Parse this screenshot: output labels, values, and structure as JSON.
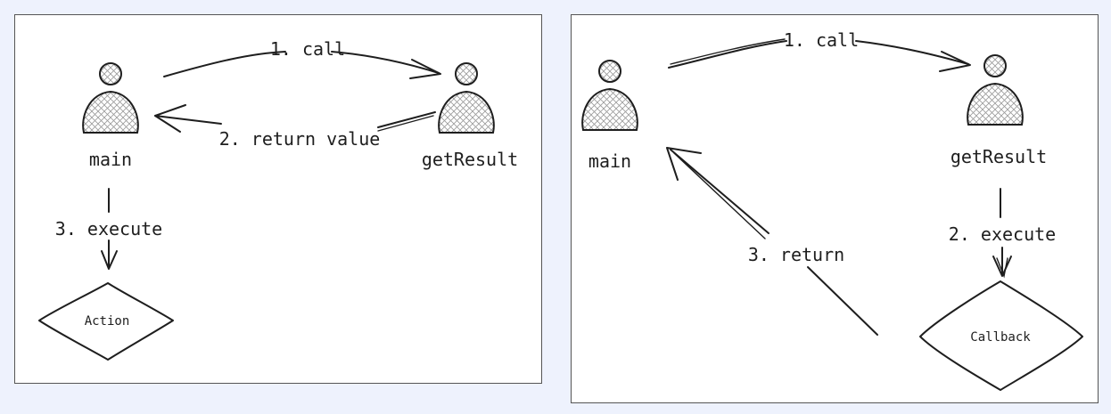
{
  "colors": {
    "background": "#eef2fd",
    "panel": "#ffffff",
    "stroke": "#1e1e1e",
    "hatch": "#9a9a9a"
  },
  "left_diagram": {
    "actors": {
      "main": "main",
      "get_result": "getResult"
    },
    "edges": {
      "call": "1. call",
      "return_value": "2. return value",
      "execute": "3. execute"
    },
    "node": "Action"
  },
  "right_diagram": {
    "actors": {
      "main": "main",
      "get_result": "getResult"
    },
    "edges": {
      "call": "1. call",
      "execute": "2. execute",
      "return": "3. return"
    },
    "node": "Callback"
  },
  "icons": {
    "actor": "person-icon"
  }
}
